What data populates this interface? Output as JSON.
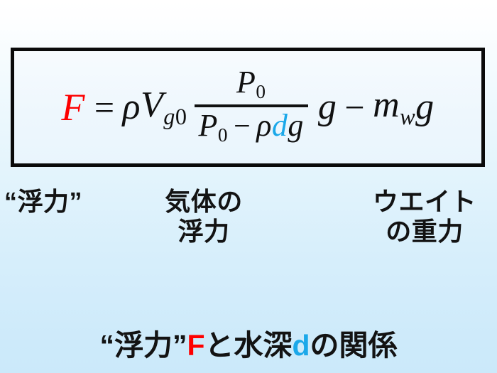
{
  "slide": {
    "background_top_color": "#ffffff",
    "background_bottom_color": "#cbe9fa"
  },
  "formula_box": {
    "border_color": "#0a0a0a",
    "fill_color": "#f2f9fe",
    "equation_plain": "F = ρV_{g0} · P_0 / (P_0 − ρdg) · g − m_w g",
    "terms": {
      "lhs": "F",
      "lhs_color": "#fe0000",
      "equals": "=",
      "rho": "ρ",
      "V": "V",
      "V_sub_g": "g",
      "V_sub_0": "0",
      "numerator_P": "P",
      "numerator_sub": "0",
      "den_P": "P",
      "den_sub": "0",
      "den_minus": "−",
      "den_rho": "ρ",
      "den_d": "d",
      "den_d_color": "#1ba8e9",
      "den_g": "g",
      "tail_g": "g",
      "tail_minus": "−",
      "tail_m": "m",
      "tail_m_sub": "w",
      "tail_last_g": "g"
    }
  },
  "annotations": {
    "buoyancy": "“浮力”",
    "gas_buoyancy": "気体の\n浮力",
    "weight_gravity": "ウエイト\nの重力"
  },
  "caption": {
    "part1": "“浮力”",
    "symbol_F": "F",
    "part2": "と水深",
    "symbol_d": "d",
    "part3": "の関係",
    "F_color": "#fe0000",
    "d_color": "#1ba8e9"
  }
}
